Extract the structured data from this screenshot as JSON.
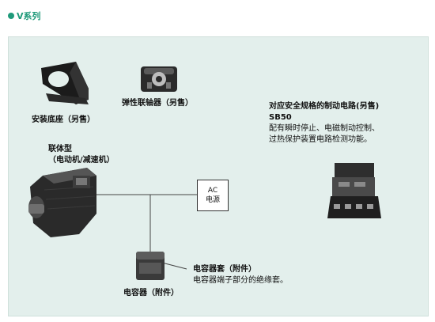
{
  "header": {
    "title": "V系列"
  },
  "labels": {
    "bracket": "安装底座（另售）",
    "coupling": "弹性联轴器（另售）",
    "motor_line1": "联体型",
    "motor_line2": "（电动机/减速机）",
    "capacitor": "电容器（附件）",
    "cap_cover_title": "电容器套（附件）",
    "cap_cover_desc": "电容器端子部分的绝缘套。",
    "brake_title": "对应安全规格的制动电路(另售)",
    "brake_model": "SB50",
    "brake_desc1": "配有瞬时停止、电磁制动控制、",
    "brake_desc2": "过热保护装置电路检测功能。"
  },
  "ac_box": {
    "line1": "AC",
    "line2": "电源"
  },
  "colors": {
    "accent": "#1f9a7a",
    "panel": "#e3efec"
  }
}
